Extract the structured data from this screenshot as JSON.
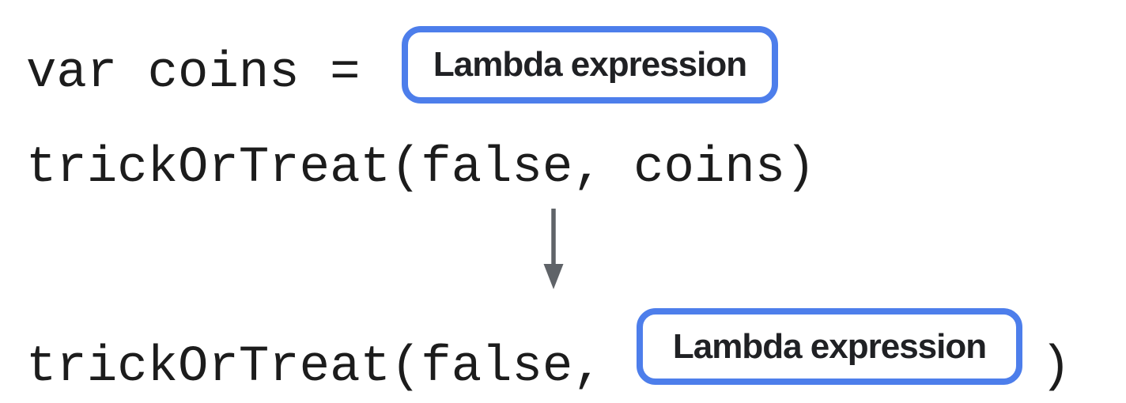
{
  "colors": {
    "background": "#ffffff",
    "box_border": "#4d7eeb",
    "code_text": "#1c1c1c",
    "label_text": "#202124",
    "arrow": "#5f6368"
  },
  "line1": {
    "code": "var coins =",
    "box_label": "Lambda expression"
  },
  "line2": {
    "code": "trickOrTreat(false, coins)"
  },
  "arrow": {
    "icon": "down-arrow",
    "glyph": "↓"
  },
  "line3": {
    "code_before": "trickOrTreat(false,",
    "box_label": "Lambda expression",
    "code_after": ")"
  }
}
